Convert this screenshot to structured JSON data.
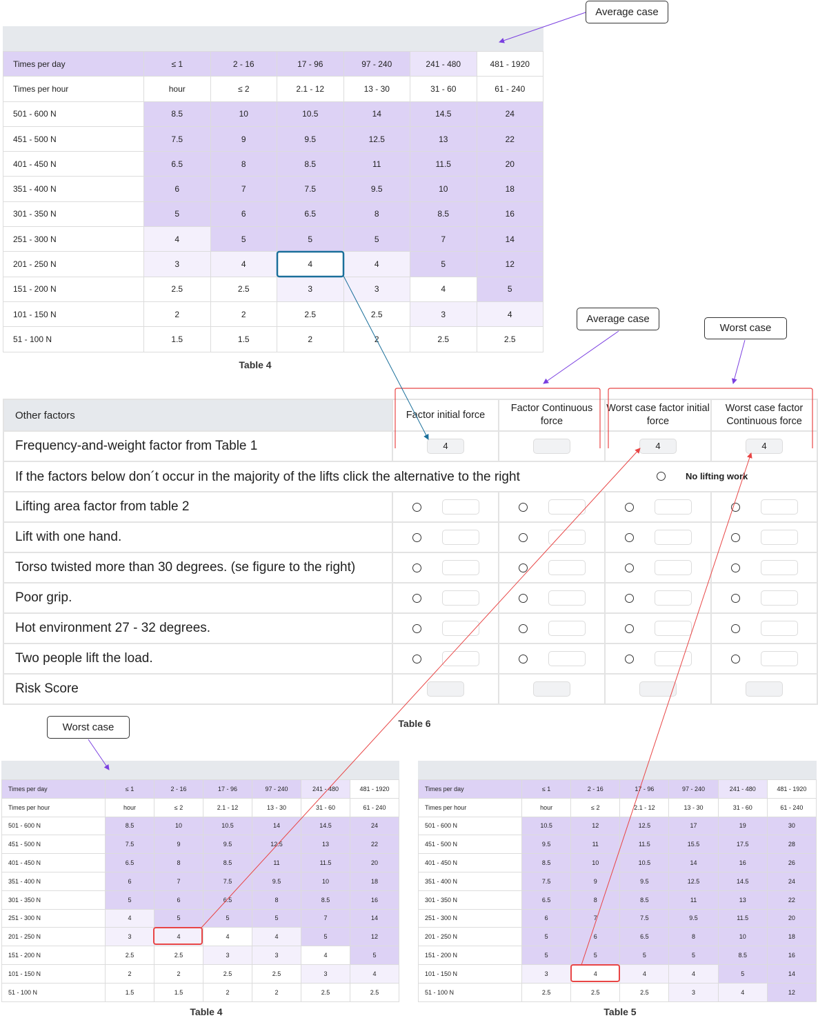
{
  "callouts": {
    "top_average": "Average case",
    "mid_average": "Average case",
    "mid_worst": "Worst case",
    "bottom_worst": "Worst case"
  },
  "table4": {
    "caption": "Table 4",
    "times_per_day_label": "Times per day",
    "times_per_hour_label": "Times per hour",
    "times_per_day": [
      "≤ 1",
      "2 - 16",
      "17 - 96",
      "97 - 240",
      "241 - 480",
      "481 - 1920"
    ],
    "times_per_hour": [
      "hour",
      "≤ 2",
      "2.1 - 12",
      "13 - 30",
      "31 - 60",
      "61 - 240"
    ],
    "rows": [
      {
        "label": "501 - 600 N",
        "values": [
          "8.5",
          "10",
          "10.5",
          "14",
          "14.5",
          "24"
        ]
      },
      {
        "label": "451 - 500 N",
        "values": [
          "7.5",
          "9",
          "9.5",
          "12.5",
          "13",
          "22"
        ]
      },
      {
        "label": "401 - 450 N",
        "values": [
          "6.5",
          "8",
          "8.5",
          "11",
          "11.5",
          "20"
        ]
      },
      {
        "label": "351 - 400 N",
        "values": [
          "6",
          "7",
          "7.5",
          "9.5",
          "10",
          "18"
        ]
      },
      {
        "label": "301 - 350 N",
        "values": [
          "5",
          "6",
          "6.5",
          "8",
          "8.5",
          "16"
        ]
      },
      {
        "label": "251 - 300 N",
        "values": [
          "4",
          "5",
          "5",
          "5",
          "7",
          "14"
        ]
      },
      {
        "label": "201 - 250 N",
        "values": [
          "3",
          "4",
          "4",
          "4",
          "5",
          "12"
        ]
      },
      {
        "label": "151 - 200 N",
        "values": [
          "2.5",
          "2.5",
          "3",
          "3",
          "4",
          "5"
        ]
      },
      {
        "label": "101 - 150 N",
        "values": [
          "2",
          "2",
          "2.5",
          "2.5",
          "3",
          "4"
        ]
      },
      {
        "label": "51 - 100 N",
        "values": [
          "1.5",
          "1.5",
          "2",
          "2",
          "2.5",
          "2.5"
        ]
      }
    ]
  },
  "table5": {
    "caption": "Table 5",
    "times_per_day_label": "Times per day",
    "times_per_hour_label": "Times per hour",
    "times_per_day": [
      "≤ 1",
      "2 - 16",
      "17 - 96",
      "97 - 240",
      "241 - 480",
      "481 - 1920"
    ],
    "times_per_hour": [
      "hour",
      "≤ 2",
      "2.1 - 12",
      "13 - 30",
      "31 - 60",
      "61 - 240"
    ],
    "rows": [
      {
        "label": "501 - 600 N",
        "values": [
          "10.5",
          "12",
          "12.5",
          "17",
          "19",
          "30"
        ]
      },
      {
        "label": "451 - 500 N",
        "values": [
          "9.5",
          "11",
          "11.5",
          "15.5",
          "17.5",
          "28"
        ]
      },
      {
        "label": "401 - 450 N",
        "values": [
          "8.5",
          "10",
          "10.5",
          "14",
          "16",
          "26"
        ]
      },
      {
        "label": "351 - 400 N",
        "values": [
          "7.5",
          "9",
          "9.5",
          "12.5",
          "14.5",
          "24"
        ]
      },
      {
        "label": "301 - 350 N",
        "values": [
          "6.5",
          "8",
          "8.5",
          "11",
          "13",
          "22"
        ]
      },
      {
        "label": "251 - 300 N",
        "values": [
          "6",
          "7",
          "7.5",
          "9.5",
          "11.5",
          "20"
        ]
      },
      {
        "label": "201 - 250 N",
        "values": [
          "5",
          "6",
          "6.5",
          "8",
          "10",
          "18"
        ]
      },
      {
        "label": "151 - 200 N",
        "values": [
          "5",
          "5",
          "5",
          "5",
          "8.5",
          "16"
        ]
      },
      {
        "label": "101 - 150 N",
        "values": [
          "3",
          "4",
          "4",
          "4",
          "5",
          "14"
        ]
      },
      {
        "label": "51 - 100 N",
        "values": [
          "2.5",
          "2.5",
          "2.5",
          "3",
          "4",
          "12"
        ]
      }
    ]
  },
  "table6": {
    "caption": "Table 6",
    "other_factors_label": "Other factors",
    "col_headers": [
      "Factor initial force",
      "Factor Continuous force",
      "Worst case factor initial force",
      "Worst case factor Continuous force"
    ],
    "freq_row_label": "Frequency-and-weight factor from Table 1",
    "freq_values": [
      "4",
      "",
      "4",
      "4"
    ],
    "no_lift_row_label": "If the factors below don´t occur in the majority of the lifts click the alternative to the right",
    "no_lifting_label": "No lifting work",
    "factor_rows": [
      "Lifting area factor from table 2",
      "Lift with one hand.",
      "Torso twisted more than 30 degrees. (se figure to the right)",
      "Poor grip.",
      "Hot environment 27 - 32 degrees.",
      "Two people lift the load."
    ],
    "risk_score_label": "Risk Score"
  }
}
